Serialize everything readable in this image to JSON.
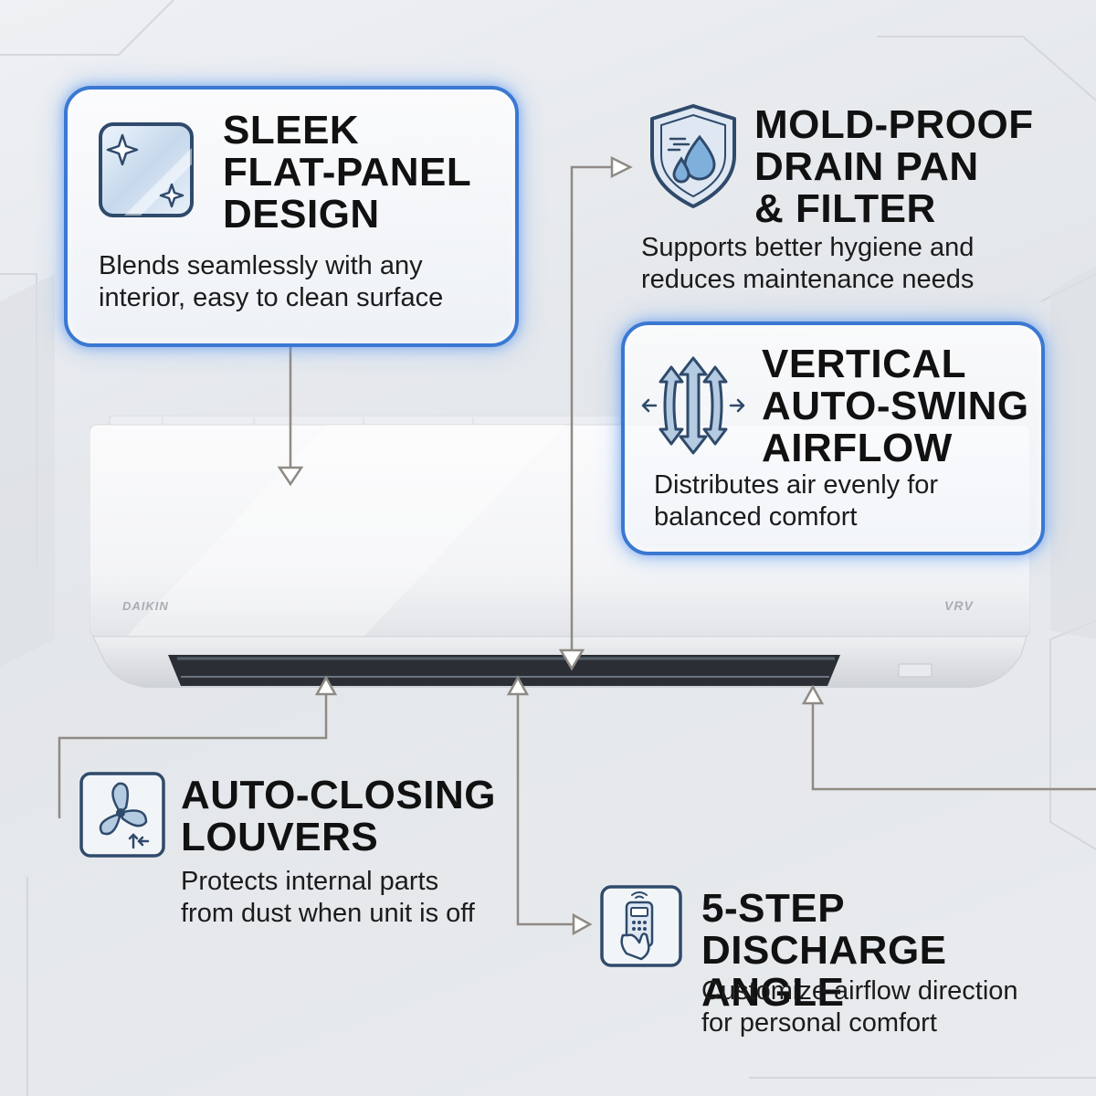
{
  "unit": {
    "brand_left": "DAIKIN",
    "brand_right": "VRV"
  },
  "features": [
    {
      "id": "sleek",
      "heading": "SLEEK\nFLAT-PANEL\nDESIGN",
      "description": "Blends seamlessly with any\ninterior, easy to clean surface",
      "icon": "glass-panel-sparkle-icon"
    },
    {
      "id": "mold",
      "heading": "MOLD-PROOF\nDRAIN PAN\n& FILTER",
      "description": "Supports better hygiene and\nreduces maintenance needs",
      "icon": "shield-water-drop-icon"
    },
    {
      "id": "swing",
      "heading": "VERTICAL\nAUTO-SWING\nAIRFLOW",
      "description": "Distributes air evenly for\nbalanced comfort",
      "icon": "vertical-swing-arrows-icon"
    },
    {
      "id": "louvers",
      "heading": "AUTO-CLOSING\nLOUVERS",
      "description": "Protects internal parts\nfrom dust when unit is off",
      "icon": "fan-icon"
    },
    {
      "id": "discharge",
      "heading": "5-STEP\nDISCHARGE ANGLE",
      "description": "Customize airflow direction\nfor personal comfort",
      "icon": "remote-control-hand-icon"
    }
  ],
  "colors": {
    "accent_border": "#3a78d2",
    "icon_stroke": "#2f4a6b",
    "leader_line": "#8f8a84",
    "heading_text": "#111111"
  }
}
